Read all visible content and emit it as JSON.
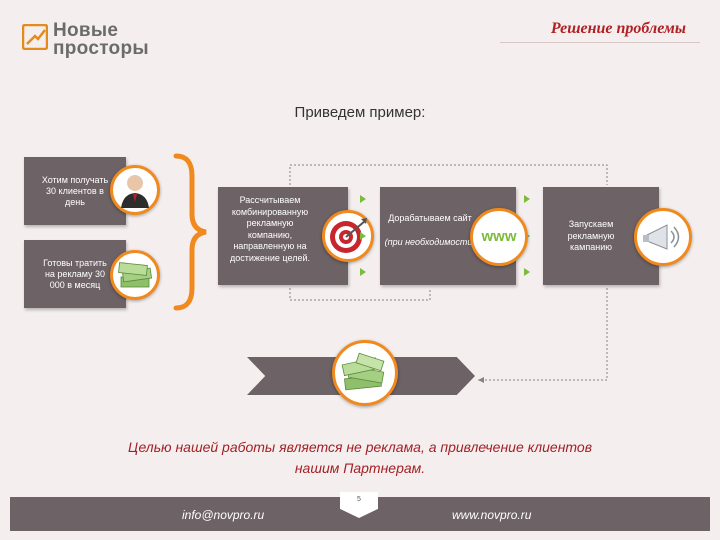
{
  "header": {
    "logo_line1": "Новые",
    "logo_line2": "просторы",
    "title": "Решение проблемы"
  },
  "heading": "Приведем пример:",
  "inputs": [
    {
      "text": "Хотим получать 30 клиентов в день",
      "icon": "businessman-icon"
    },
    {
      "text": "Готовы тратить на рекламу 30 000 в месяц",
      "icon": "money-stack-icon"
    }
  ],
  "steps": [
    {
      "text": "Рассчитываем комбинированную рекламную компанию, направленную на достижение целей.",
      "icon": "target-icon"
    },
    {
      "text": "Дорабатываем сайт",
      "note": "(при необходимости)",
      "icon": "www-icon",
      "icon_text": "www"
    },
    {
      "text": "Запускаем рекламную кампанию",
      "icon": "megaphone-icon"
    }
  ],
  "result_icon": "money-pile-icon",
  "goal": {
    "line1": "Целью нашей работы является не реклама, а привлечение клиентов",
    "line2": "нашим Партнерам."
  },
  "footer": {
    "email": "info@novpro.ru",
    "website": "www.novpro.ru",
    "page_number": "5"
  },
  "colors": {
    "accent_red": "#b01f24",
    "box_gray": "#6d6265",
    "brace_orange": "#f08a1f",
    "arrow_green": "#7cbb3c",
    "background": "#f4efee"
  }
}
